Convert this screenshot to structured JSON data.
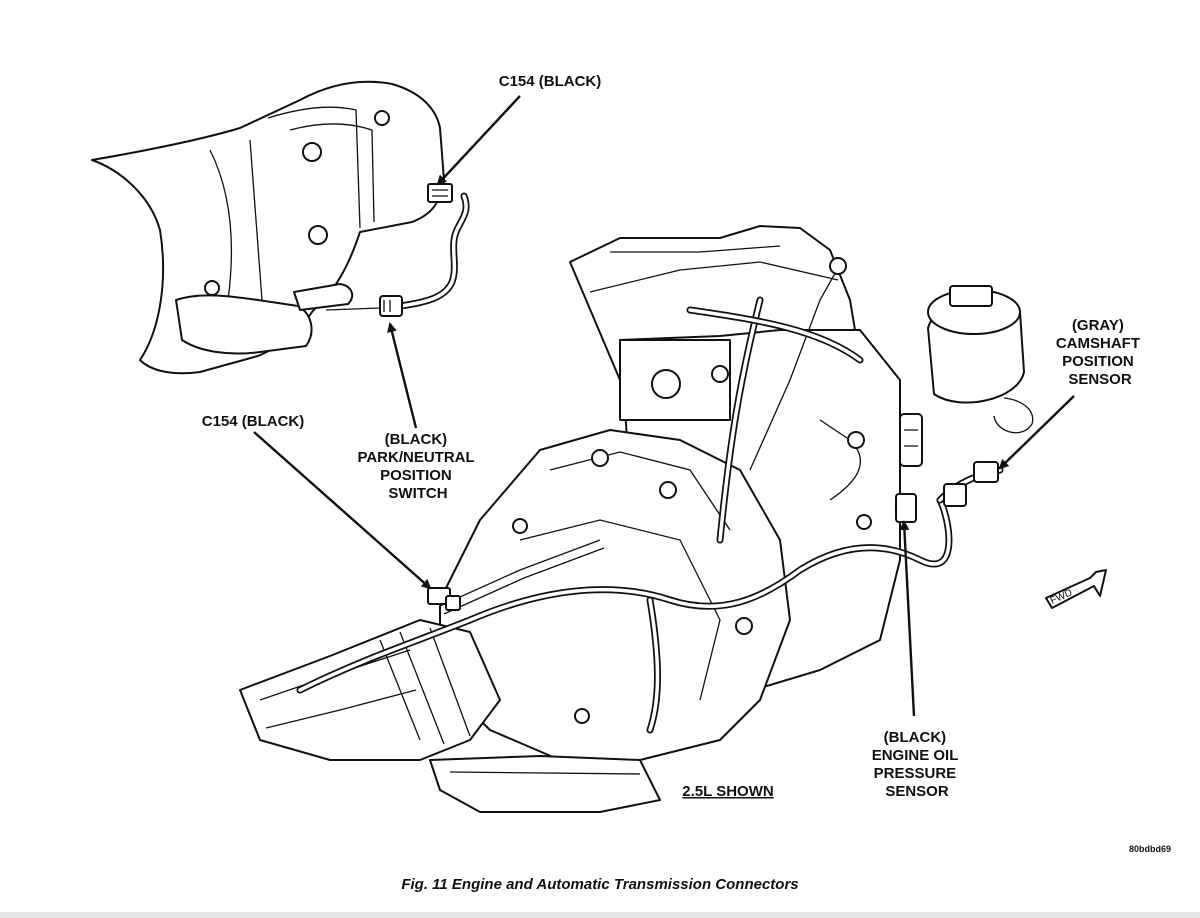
{
  "figure": {
    "caption": "Fig. 11 Engine and Automatic Transmission Connectors",
    "code": "80bdbd69",
    "note": "2.5L SHOWN",
    "fwd_label": "FWD"
  },
  "callouts": {
    "c154_top": [
      "C154 (BLACK)"
    ],
    "c154_left": [
      "C154 (BLACK)"
    ],
    "park_neutral": [
      "(BLACK)",
      "PARK/NEUTRAL",
      "POSITION",
      "SWITCH"
    ],
    "camshaft": [
      "(GRAY)",
      "CAMSHAFT",
      "POSITION",
      "SENSOR"
    ],
    "oil_pressure": [
      "(BLACK)",
      "ENGINE OIL",
      "PRESSURE",
      "SENSOR"
    ]
  }
}
